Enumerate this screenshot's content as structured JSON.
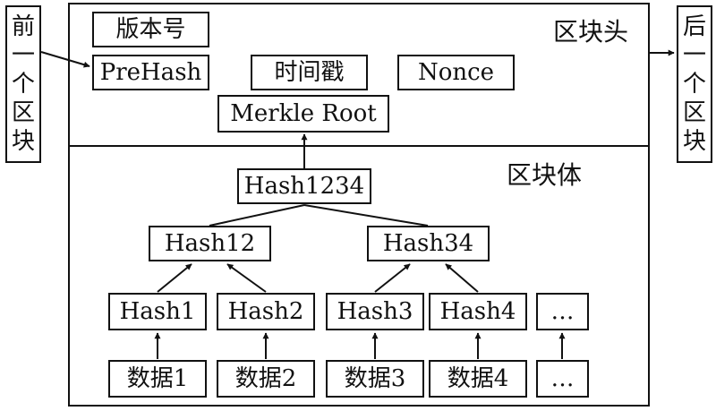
{
  "prev_block": {
    "chars": [
      "前",
      "一",
      "个",
      "区",
      "块"
    ]
  },
  "next_block": {
    "chars": [
      "后",
      "一",
      "个",
      "区",
      "块"
    ]
  },
  "header": {
    "title": "区块头",
    "version": "版本号",
    "prehash": "PreHash",
    "timestamp": "时间戳",
    "nonce": "Nonce",
    "merkle_root": "Merkle Root"
  },
  "body": {
    "title": "区块体",
    "hash1234": "Hash1234",
    "hash12": "Hash12",
    "hash34": "Hash34",
    "leaf_hashes": [
      "Hash1",
      "Hash2",
      "Hash3",
      "Hash4",
      "…"
    ],
    "data_items": [
      "数据1",
      "数据2",
      "数据3",
      "数据4",
      "…"
    ]
  }
}
